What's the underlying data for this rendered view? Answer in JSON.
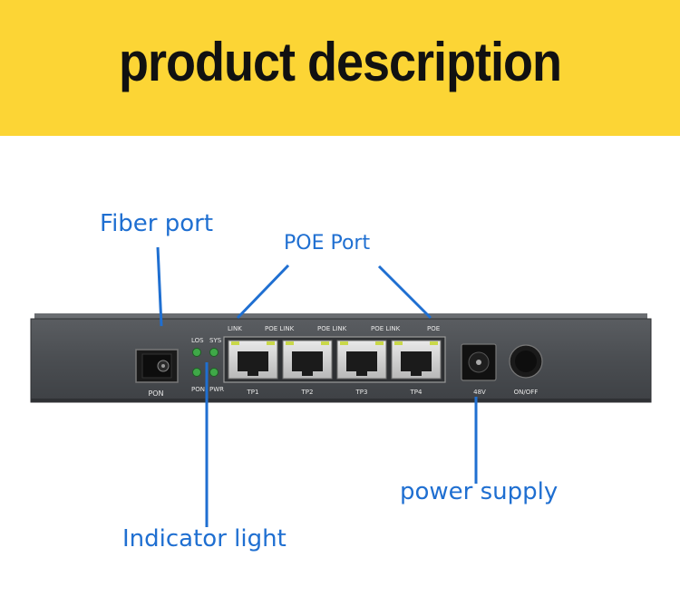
{
  "banner": {
    "title": "product description",
    "color": "#fcd535"
  },
  "callouts": {
    "fiber_port": "Fiber port",
    "poe_port": "POE Port",
    "power_supply": "power supply",
    "indicator_light": "Indicator light",
    "color": "#1f6fd1"
  },
  "device": {
    "pon_label": "PON",
    "led_labels": {
      "los": "LOS",
      "sys": "SYS",
      "pon": "PON",
      "pwr": "PWR"
    },
    "ports": [
      {
        "top_label": "LINK",
        "bottom_label": "TP1"
      },
      {
        "top_label": "POE LINK",
        "bottom_label": "TP2"
      },
      {
        "top_label": "POE LINK",
        "bottom_label": "TP3"
      },
      {
        "top_label": "POE LINK",
        "bottom_label": "TP4"
      }
    ],
    "last_poe_label": "POE",
    "dc_label": "48V",
    "switch_label": "ON/OFF",
    "body_color": "#4a4d51",
    "led_color": "#3fa848"
  }
}
